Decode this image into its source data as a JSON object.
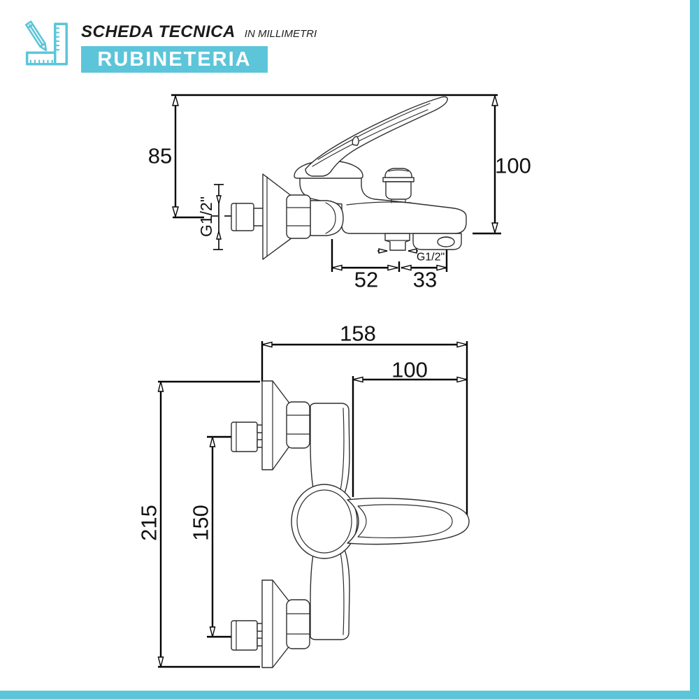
{
  "header": {
    "title": "SCHEDA TECNICA",
    "subtitle": "IN MILLIMETRI",
    "badge": "RUBINETERIA"
  },
  "colors": {
    "accent": "#5cc5d9",
    "line": "#000000"
  },
  "side_view": {
    "dim_85": "85",
    "dim_100": "100",
    "inlet_thread": "G1/2\"",
    "port_thread": "G1/2\"",
    "dim_52": "52",
    "dim_33": "33"
  },
  "top_view": {
    "dim_158": "158",
    "dim_100": "100",
    "dim_215": "215",
    "dim_150": "150"
  }
}
